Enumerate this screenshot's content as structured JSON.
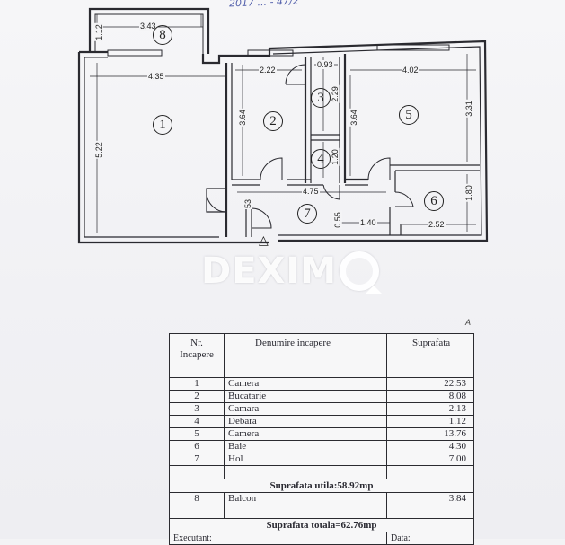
{
  "document": {
    "type": "floor-plan",
    "top_note": "2017 ... - 47/2"
  },
  "watermark": {
    "text_left": "DEXIM",
    "text_right": ""
  },
  "plan": {
    "rooms": [
      {
        "id": "1",
        "label": "1"
      },
      {
        "id": "2",
        "label": "2"
      },
      {
        "id": "3",
        "label": "3"
      },
      {
        "id": "4",
        "label": "4"
      },
      {
        "id": "5",
        "label": "5"
      },
      {
        "id": "6",
        "label": "6"
      },
      {
        "id": "7",
        "label": "7"
      },
      {
        "id": "8",
        "label": "8"
      }
    ],
    "dimensions": {
      "balcony_width": "3.43",
      "balcony_depth": "1.12",
      "room1_width": "4.35",
      "room1_height": "5.22",
      "room2_width": "2.22",
      "room2_height": "3.64",
      "room3_width": "0.93",
      "room3_height": "2.29",
      "room4_height": "1.20",
      "room5_width": "4.02",
      "room5_height_left": "3.64",
      "room5_height_right": "3.31",
      "hall_width": "4.75",
      "hall_height": "0.55",
      "hall_seg": "1.40",
      "entry_depth": "53",
      "room6_width": "2.52",
      "room6_height": "1.80"
    },
    "entrance_marker": "△",
    "corner_mark": "A"
  },
  "table": {
    "headers": {
      "nr": "Nr. Incapere",
      "name": "Denumire incapere",
      "area": "Suprafata"
    },
    "rows": [
      {
        "nr": "1",
        "name": "Camera",
        "area": "22.53"
      },
      {
        "nr": "2",
        "name": "Bucatarie",
        "area": "8.08"
      },
      {
        "nr": "3",
        "name": "Camara",
        "area": "2.13"
      },
      {
        "nr": "4",
        "name": "Debara",
        "area": "1.12"
      },
      {
        "nr": "5",
        "name": "Camera",
        "area": "13.76"
      },
      {
        "nr": "6",
        "name": "Baie",
        "area": "4.30"
      },
      {
        "nr": "7",
        "name": "Hol",
        "area": "7.00"
      }
    ],
    "useful_area_label": "Suprafata utila:58.92mp",
    "balcony_row": {
      "nr": "8",
      "name": "Balcon",
      "area": "3.84"
    },
    "total_area_label": "Suprafata totala=62.76mp",
    "footer": {
      "executant": "Executant:",
      "data": "Data:"
    }
  }
}
